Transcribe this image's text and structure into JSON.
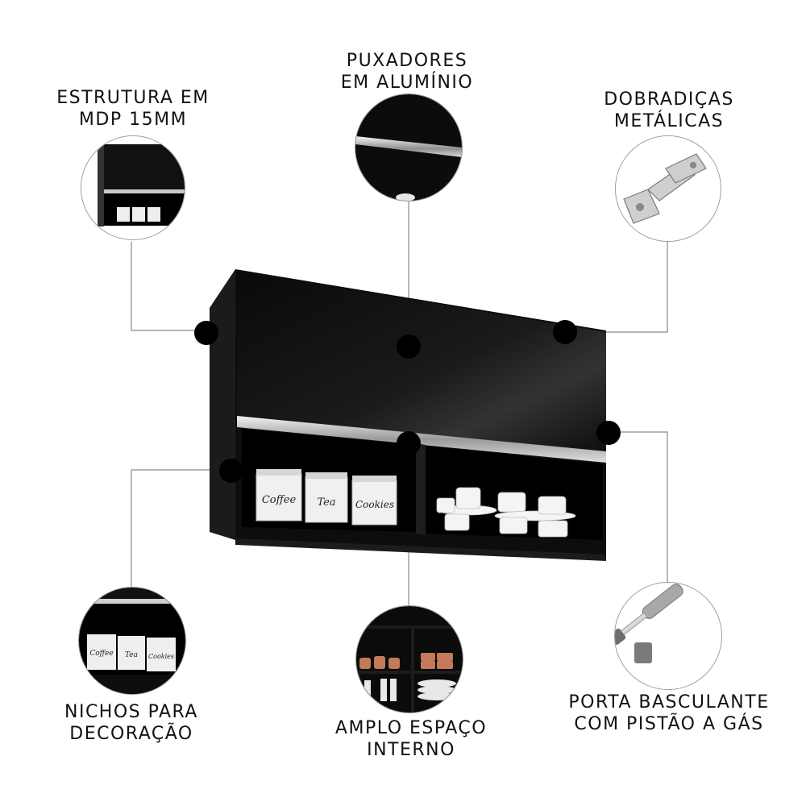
{
  "features": {
    "structure": {
      "line1": "ESTRUTURA EM",
      "line2": "MDP 15MM"
    },
    "handles": {
      "line1": "PUXADORES",
      "line2": "EM ALUMÍNIO"
    },
    "hinges": {
      "line1": "DOBRADIÇAS",
      "line2": "METÁLICAS"
    },
    "niches": {
      "line1": "NICHOS PARA",
      "line2": "DECORAÇÃO"
    },
    "space": {
      "line1": "AMPLO ESPAÇO",
      "line2": "INTERNO"
    },
    "door": {
      "line1": "PORTA BASCULANTE",
      "line2": "COM PISTÃO A GÁS"
    }
  },
  "canisters": {
    "coffee": "Coffee",
    "tea": "Tea",
    "cookies": "Cookies"
  },
  "colors": {
    "cabinet": "#0d0d0d",
    "handle": "#c9c9c9",
    "line": "#8a8a8a",
    "dot": "#000000"
  }
}
